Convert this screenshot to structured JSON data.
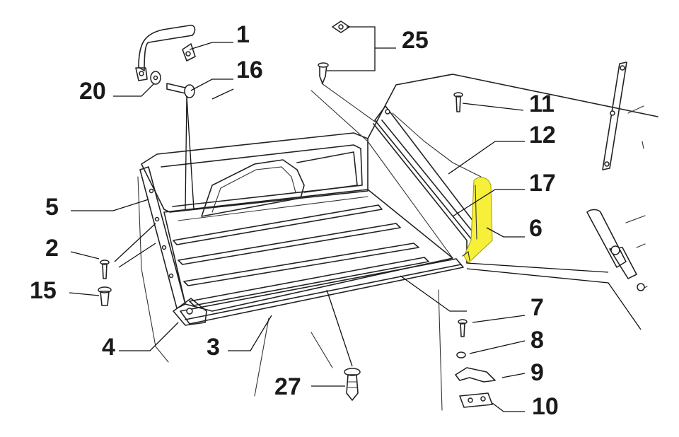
{
  "colors": {
    "highlight": "#f7f03a",
    "line": "#222222"
  },
  "callouts": [
    {
      "id": "c1",
      "label": "1"
    },
    {
      "id": "c16",
      "label": "16"
    },
    {
      "id": "c20",
      "label": "20"
    },
    {
      "id": "c25",
      "label": "25"
    },
    {
      "id": "c11",
      "label": "11"
    },
    {
      "id": "c12",
      "label": "12"
    },
    {
      "id": "c17",
      "label": "17"
    },
    {
      "id": "c6",
      "label": "6"
    },
    {
      "id": "c5",
      "label": "5"
    },
    {
      "id": "c2",
      "label": "2"
    },
    {
      "id": "c15",
      "label": "15"
    },
    {
      "id": "c4",
      "label": "4"
    },
    {
      "id": "c3",
      "label": "3"
    },
    {
      "id": "c7",
      "label": "7"
    },
    {
      "id": "c8",
      "label": "8"
    },
    {
      "id": "c9",
      "label": "9"
    },
    {
      "id": "c10",
      "label": "10"
    },
    {
      "id": "c27",
      "label": "27"
    }
  ]
}
